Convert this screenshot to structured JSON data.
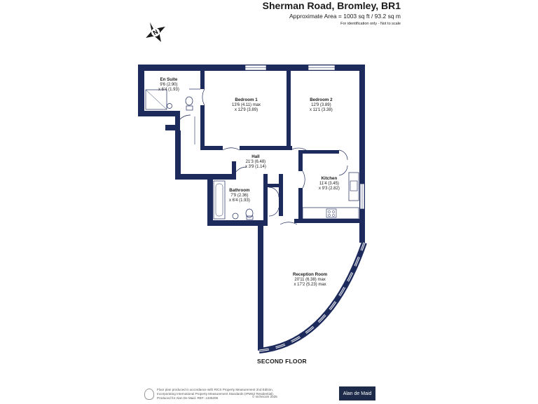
{
  "header": {
    "title": "Sherman Road, Bromley, BR1",
    "area": "Approximate Area = 1003 sq ft / 93.2 sq m",
    "note": "For identification only - Not to scale"
  },
  "compass": {
    "letter": "N"
  },
  "rooms": [
    {
      "name": "En Suite",
      "lines": [
        "9'6 (2.90)",
        "x 6'4 (1.93)"
      ]
    },
    {
      "name": "Bedroom 1",
      "lines": [
        "13'6 (4.11) max",
        "x 12'9 (3.89)"
      ]
    },
    {
      "name": "Bedroom 2",
      "lines": [
        "12'9 (3.89)",
        "x 11'1 (3.38)"
      ]
    },
    {
      "name": "Hall",
      "lines": [
        "21'3 (6.48)",
        "x 3'9 (1.14)"
      ]
    },
    {
      "name": "Kitchen",
      "lines": [
        "11'4 (3.45)",
        "x 9'3 (2.82)"
      ]
    },
    {
      "name": "Bathroom",
      "lines": [
        "7'9 (2.36)",
        "x 6'4 (1.93)"
      ]
    },
    {
      "name": "Reception Room",
      "lines": [
        "20'11 (6.38) max",
        "x 17'2 (5.23) max"
      ]
    }
  ],
  "floor_label": "SECOND FLOOR",
  "footer": {
    "lines": [
      "Floor plan produced in accordance with RICS Property Measurement 2nd Edition,",
      "Incorporating International Property Measurement Standards (IPMS2 Residential).",
      "Produced for Alan De Maid.   REF: 1335208"
    ],
    "copyright": "© nichecom 2025",
    "brand": "Alan de Maid"
  },
  "colors": {
    "wall": "#1d2a5c",
    "text": "#1a1a1a"
  }
}
